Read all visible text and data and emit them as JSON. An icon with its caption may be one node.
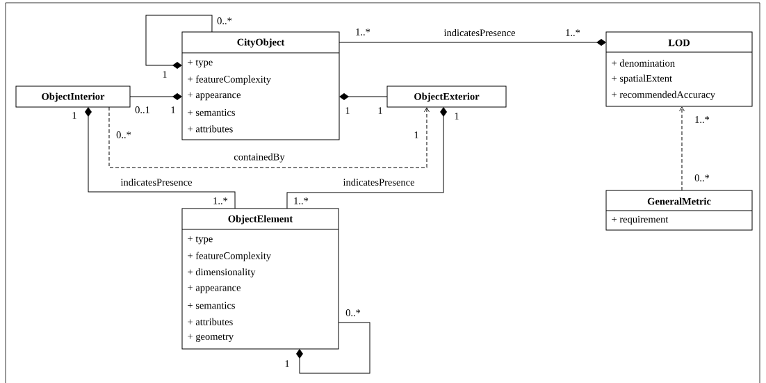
{
  "diagram": {
    "nodes": [
      {
        "text": [
          "CityObject",
          "+ type",
          "+ featureComplexity",
          "+ appearance",
          "+ semantics",
          "+ attributes"
        ]
      },
      {
        "text": [
          "LOD",
          "+ denomination",
          "+ spatialExtent",
          "+ recommendedAccuracy"
        ]
      },
      {
        "text": [
          "ObjectInterior"
        ]
      },
      {
        "text": [
          "ObjectExterior"
        ]
      },
      {
        "text": [
          "ObjectElement",
          "+ type",
          "+ featureComplexity",
          "+ dimensionality",
          "+ appearance",
          "+ semantics",
          "+ attributes",
          "+ geometry"
        ]
      },
      {
        "text": [
          "GeneralMetric",
          "+ requirement"
        ]
      }
    ],
    "edges": [
      {
        "from": 0,
        "to": 0,
        "arrow": "other"
      },
      {
        "from": 0,
        "to": 1,
        "arrow": "other",
        "label": "indicatesPresence"
      },
      {
        "from": 2,
        "to": 0,
        "arrow": "other"
      },
      {
        "from": 3,
        "to": 0,
        "arrow": "other"
      },
      {
        "from": 2,
        "to": 3,
        "arrow": "to",
        "style": "dashed",
        "label": "containedBy"
      },
      {
        "from": 4,
        "to": 2,
        "arrow": "other",
        "label": "indicatesPresence"
      },
      {
        "from": 4,
        "to": 3,
        "arrow": "other",
        "label": "indicatesPresence"
      },
      {
        "from": 4,
        "to": 4,
        "arrow": "other"
      },
      {
        "from": 5,
        "to": 1,
        "arrow": "to",
        "style": "dashed"
      }
    ],
    "labels": [
      "0..*",
      "1..*",
      "1..*",
      "1",
      "0..1",
      "1",
      "1",
      "1",
      "1",
      "1",
      "1..*",
      "0..*",
      "1",
      "0..*",
      "1..*",
      "1..*",
      "0..*",
      "1"
    ]
  }
}
